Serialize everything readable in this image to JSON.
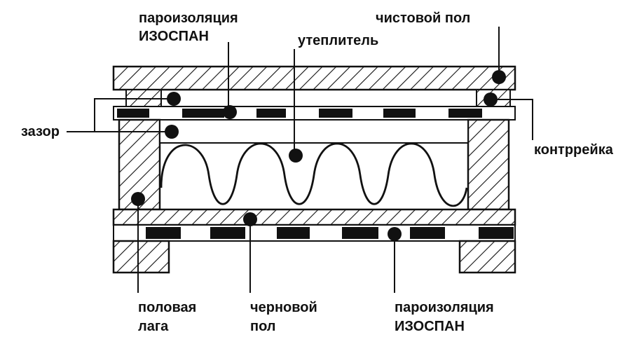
{
  "labels": {
    "vapor_barrier_top_line1": "пароизоляция",
    "vapor_barrier_top_line2": "ИЗОСПАН",
    "finish_floor": "чистовой пол",
    "insulation": "утеплитель",
    "gap": "зазор",
    "counter_batten": "контррейка",
    "joist_line1": "половая",
    "joist_line2": "лага",
    "subfloor_line1": "черновой",
    "subfloor_line2": "пол",
    "vapor_barrier_bottom_line1": "пароизоляция",
    "vapor_barrier_bottom_line2": "ИЗОСПАН"
  },
  "colors": {
    "ink": "#111111",
    "background": "#ffffff"
  }
}
